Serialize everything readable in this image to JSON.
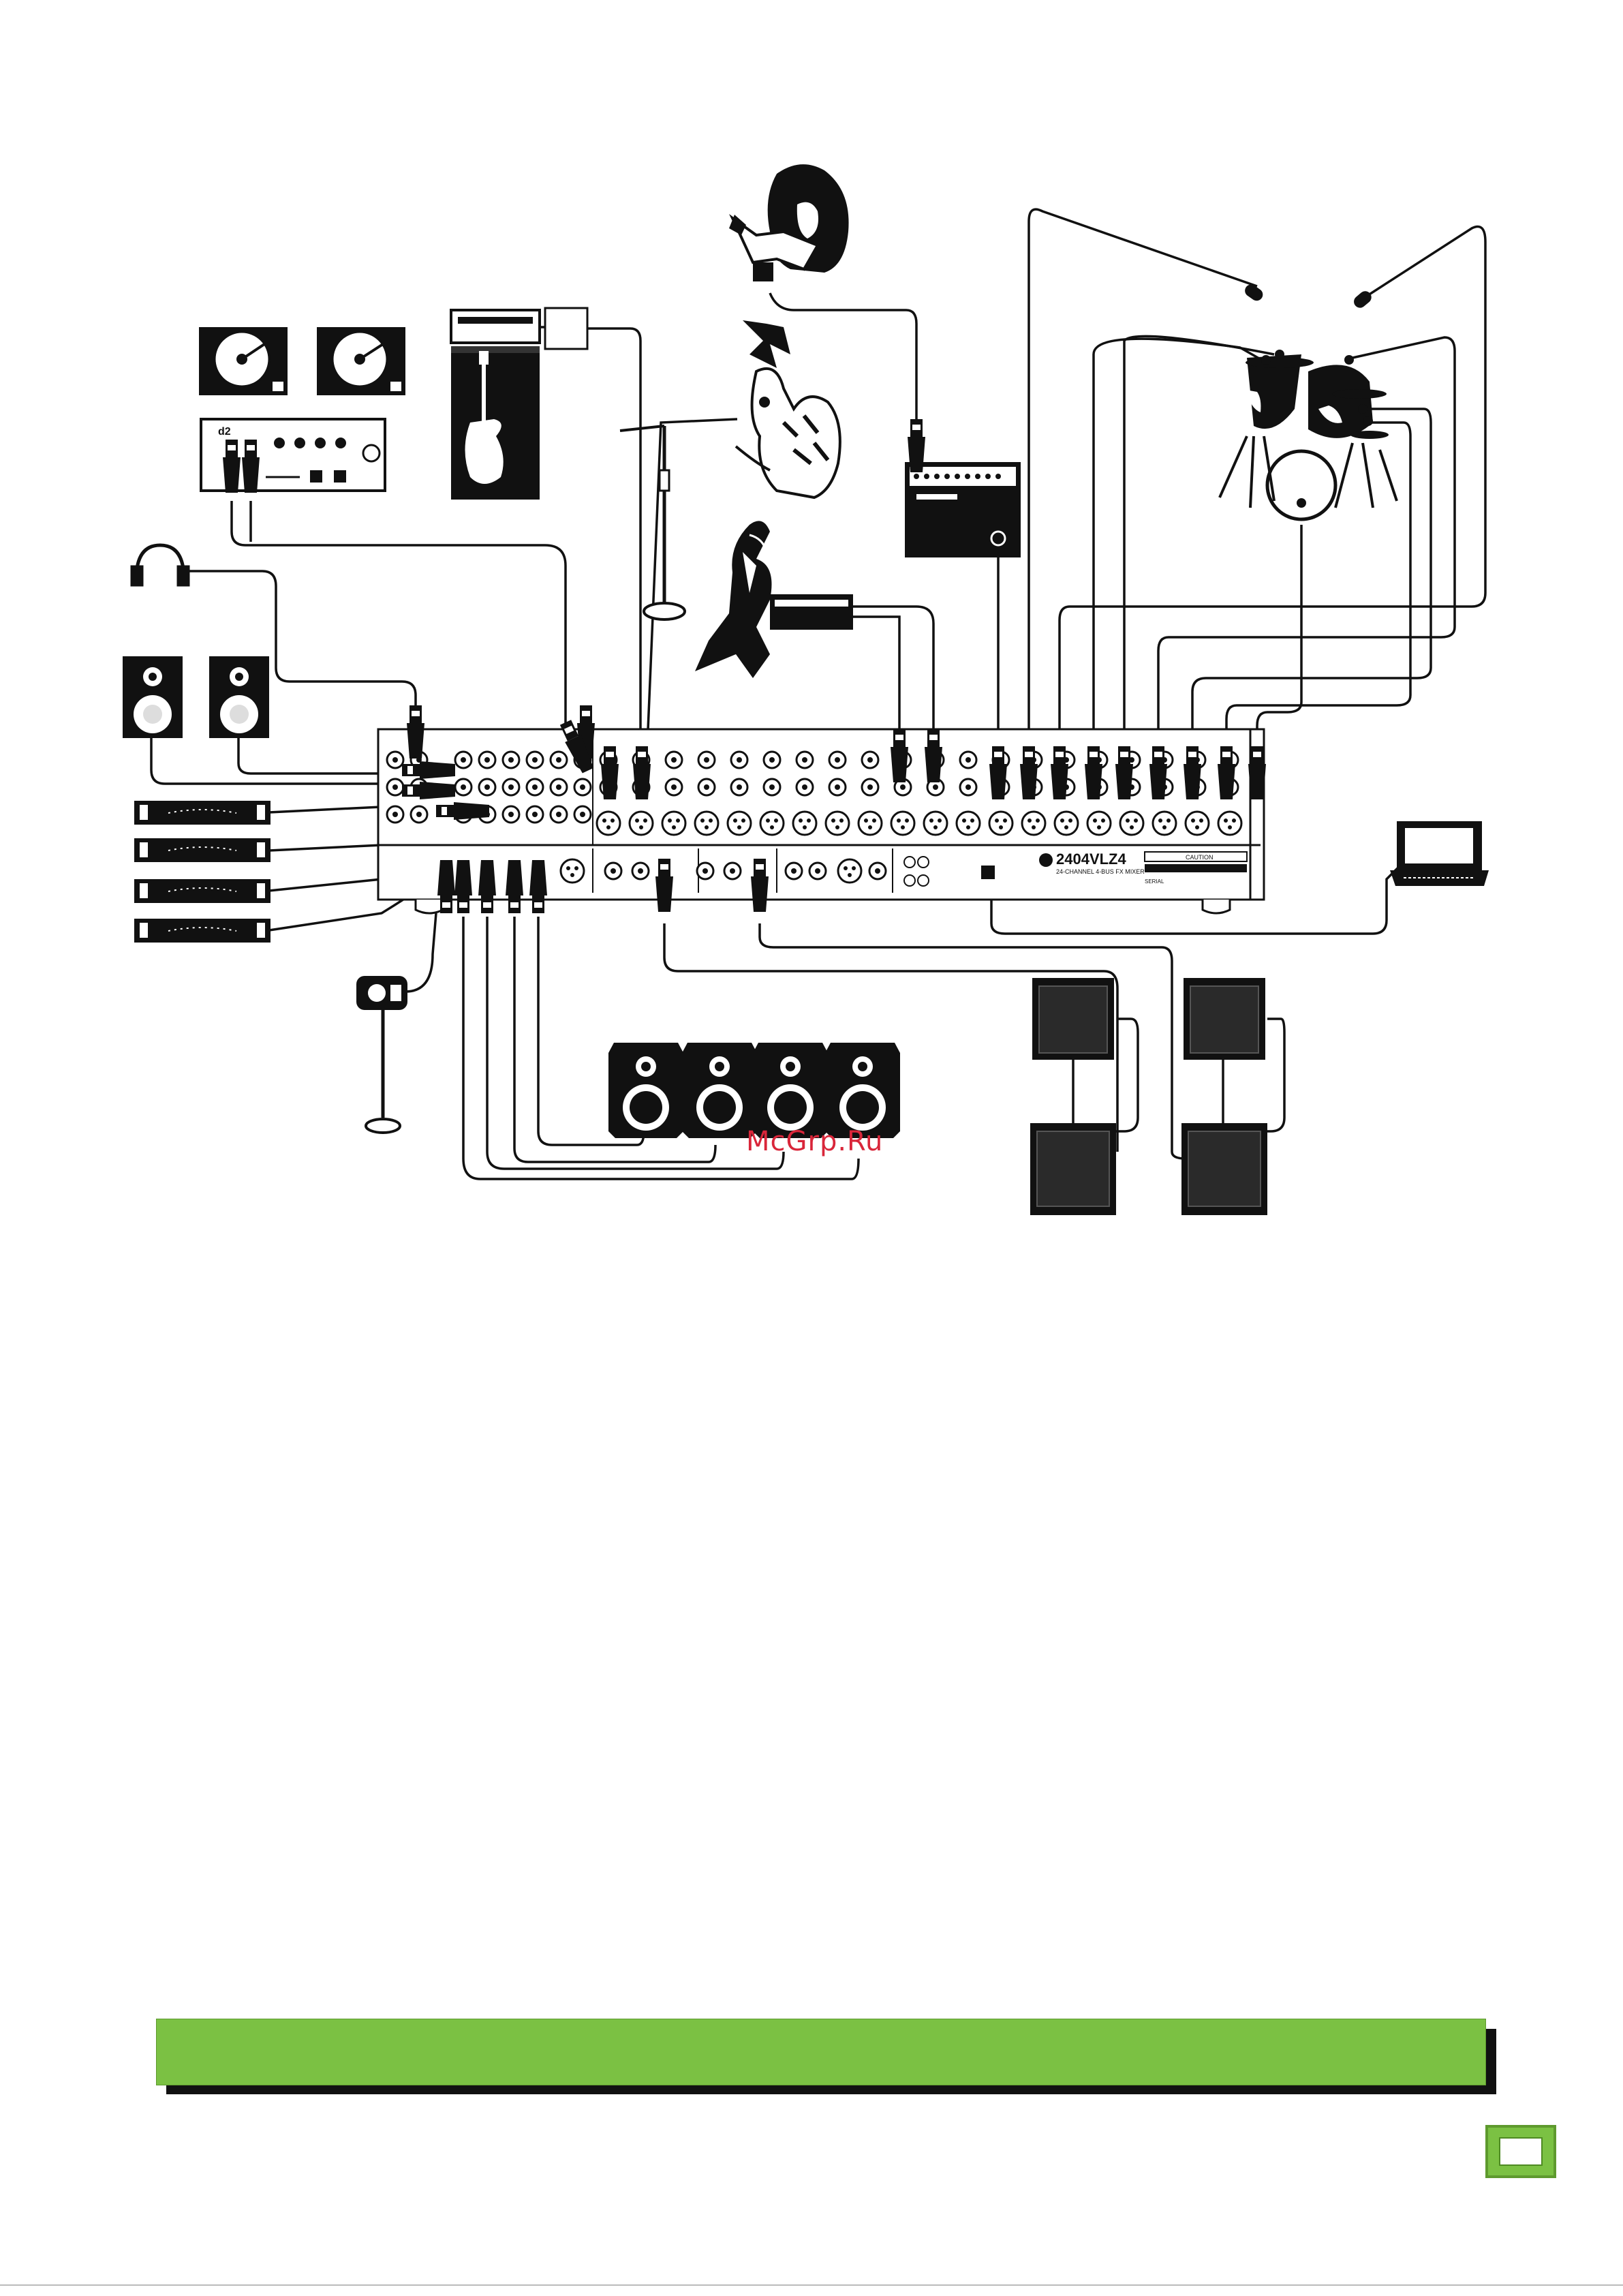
{
  "diagram": {
    "watermark": "McGrp.Ru",
    "dj_mixer_label": "d2",
    "mixer_model": "2404VLZ4",
    "mixer_subtitle": "24-CHANNEL 4-BUS FX MIXER",
    "mixer_caution": "CAUTION",
    "mixer_serial_label": "SERIAL"
  },
  "colors": {
    "banner_green": "#7bc143",
    "banner_border": "#5e9a2e",
    "ink": "#111111",
    "watermark": "#d9263a"
  },
  "icons": [
    "turntable-icon",
    "dj-mixer-icon",
    "guitar-amp-stack-icon",
    "bass-guitar-icon",
    "effects-box-icon",
    "guitarist-icon",
    "vocalist-icon",
    "mic-stand-icon",
    "keyboardist-icon",
    "keyboard-icon",
    "combo-amp-icon",
    "drum-kit-icon",
    "overhead-mic-icon",
    "headphones-icon",
    "studio-monitor-icon",
    "rack-processor-icon",
    "stage-monitor-icon",
    "pa-speaker-icon",
    "subwoofer-icon",
    "laptop-icon"
  ]
}
